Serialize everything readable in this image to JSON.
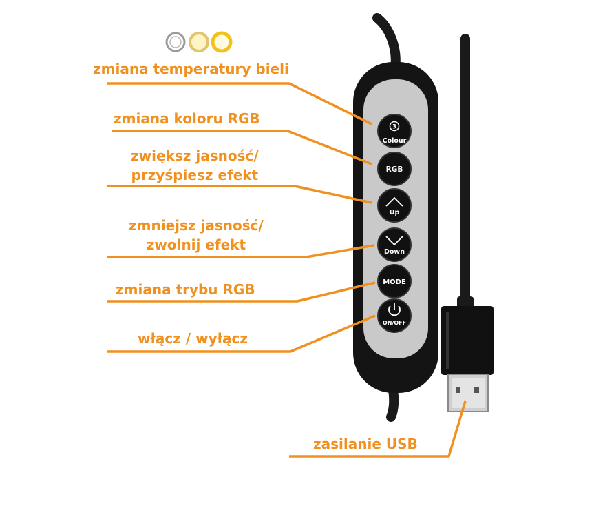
{
  "colors": {
    "accent": "#f0901e",
    "device_body": "#141414",
    "panel": "#c9c9c9",
    "button": "#111111"
  },
  "indicator_circles": [
    "white-ring",
    "warm-white-ring",
    "yellow-ring"
  ],
  "labels": {
    "temperature": "zmiana temperatury bieli",
    "rgb_color": "zmiana koloru RGB",
    "brightness_up": [
      "zwiększ jasność/",
      "przyśpiesz efekt"
    ],
    "brightness_down": [
      "zmniejsz jasność/",
      "zwolnij efekt"
    ],
    "mode": "zmiana trybu RGB",
    "power": "włącz / wyłącz",
    "usb": "zasilanie USB"
  },
  "buttons": {
    "colour_number": "3",
    "colour": "Colour",
    "rgb": "RGB",
    "up": "Up",
    "down": "Down",
    "mode": "MODE",
    "onoff": "ON/OFF"
  }
}
